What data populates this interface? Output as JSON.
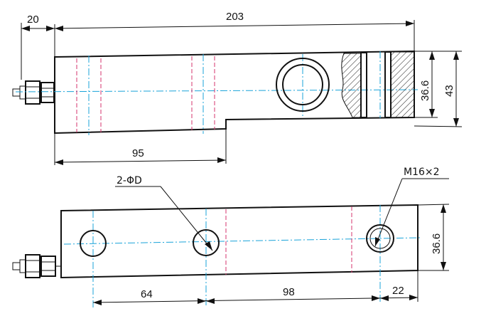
{
  "top_view": {
    "dims": {
      "overall_length": "203",
      "cable_offset": "20",
      "height_outer": "43",
      "height_inner": "36.6",
      "step_length": "95"
    }
  },
  "bottom_view": {
    "dims": {
      "width": "36.6",
      "hole_spacing_1": "64",
      "hole_spacing_2": "98",
      "end_offset": "22"
    },
    "labels": {
      "mounting_holes": "2-ΦD",
      "thread_hole": "M16×2"
    }
  }
}
